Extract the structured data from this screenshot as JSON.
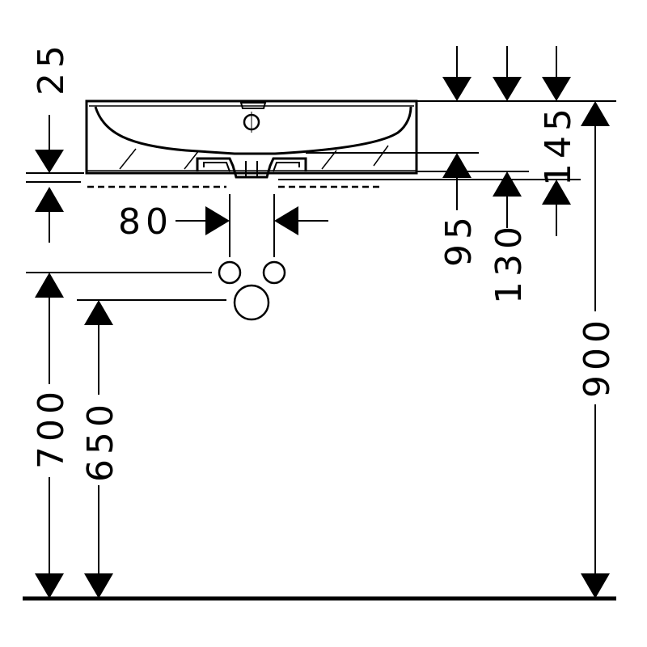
{
  "drawing": {
    "dimensions": {
      "overflow_gap": "25",
      "drain_spacing": "80",
      "height_95": "95",
      "height_130": "130",
      "height_145": "145",
      "height_700": "700",
      "height_650": "650",
      "height_900": "900"
    },
    "colors": {
      "line": "#000000",
      "background": "#ffffff"
    }
  }
}
